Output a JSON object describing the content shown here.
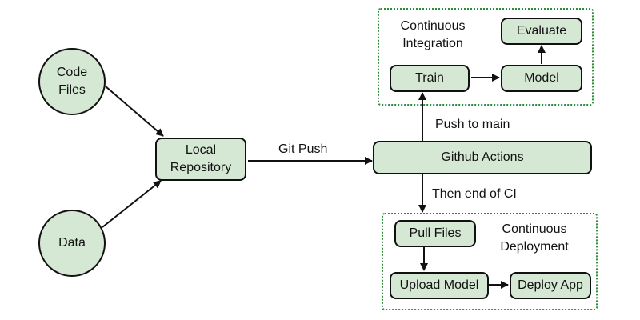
{
  "colors": {
    "node_fill": "#d5e8d4",
    "node_border": "#111111",
    "group_border": "#2e8b3e",
    "edge": "#111111"
  },
  "nodes": {
    "code_files": "Code\nFiles",
    "data": "Data",
    "local_repository": "Local\nRepository",
    "github_actions": "Github Actions",
    "train": "Train",
    "model": "Model",
    "evaluate": "Evaluate",
    "pull_files": "Pull Files",
    "upload_model": "Upload Model",
    "deploy_app": "Deploy App"
  },
  "groups": {
    "ci_title": "Continuous\nIntegration",
    "cd_title": "Continuous\nDeployment"
  },
  "edges": [
    {
      "from": "code_files",
      "to": "local_repository",
      "label": ""
    },
    {
      "from": "data",
      "to": "local_repository",
      "label": ""
    },
    {
      "from": "local_repository",
      "to": "github_actions",
      "label": "Git Push"
    },
    {
      "from": "github_actions",
      "to": "train",
      "label": "Push to main"
    },
    {
      "from": "github_actions",
      "to": "pull_files",
      "label": "Then end of CI"
    },
    {
      "from": "train",
      "to": "model",
      "label": ""
    },
    {
      "from": "model",
      "to": "evaluate",
      "label": ""
    },
    {
      "from": "pull_files",
      "to": "upload_model",
      "label": ""
    },
    {
      "from": "upload_model",
      "to": "deploy_app",
      "label": ""
    }
  ]
}
